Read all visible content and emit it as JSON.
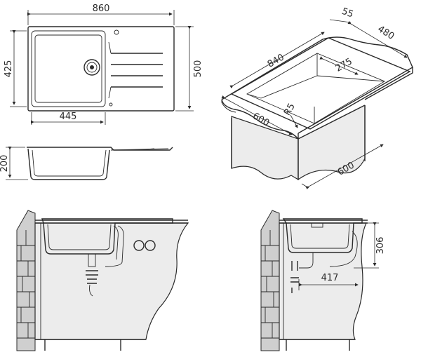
{
  "dimensions": {
    "top_width": "860",
    "top_height_left": "425",
    "top_height_right": "500",
    "bowl_width": "445",
    "depth_side": "200",
    "iso_length": "840",
    "iso_flange": "55",
    "iso_depth": "480",
    "iso_inner": "275",
    "iso_radius": "R5",
    "iso_cabinet_front": "600",
    "iso_cabinet_side": "600",
    "install_height": "306",
    "install_depth": "417"
  }
}
